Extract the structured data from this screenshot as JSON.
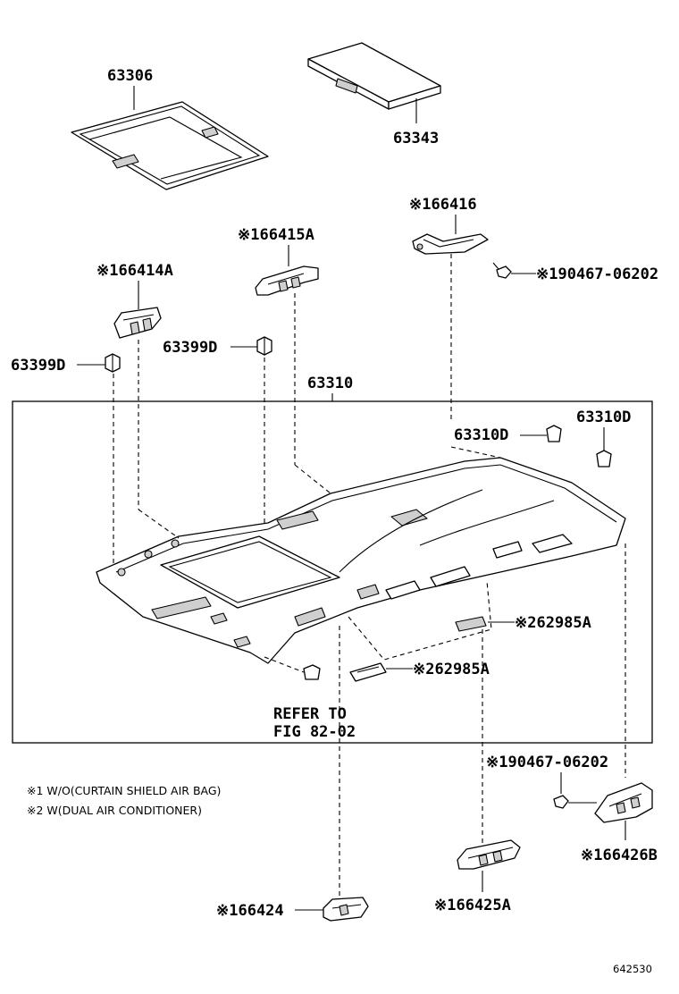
{
  "labels": {
    "p63306": "63306",
    "p63343": "63343",
    "p66416": "※166416",
    "p66415A": "※166415A",
    "p66414A": "※166414A",
    "p90467_top": "※190467-06202",
    "p63399D_left": "63399D",
    "p63399D_mid": "63399D",
    "p63310": "63310",
    "p63310D_a": "63310D",
    "p63310D_b": "63310D",
    "p62985A_1": "※262985A",
    "p62985A_2": "※262985A",
    "refer_line1": "REFER TO",
    "refer_line2": "FIG 82-02",
    "p90467_bottom": "※190467-06202",
    "p66426B": "※166426B",
    "p66425A": "※166425A",
    "p66424": "※166424"
  },
  "notes": {
    "note1": "※1 W/O(CURTAIN SHIELD AIR BAG)",
    "note2": "※2 W(DUAL AIR CONDITIONER)"
  },
  "figure_number": "642530"
}
